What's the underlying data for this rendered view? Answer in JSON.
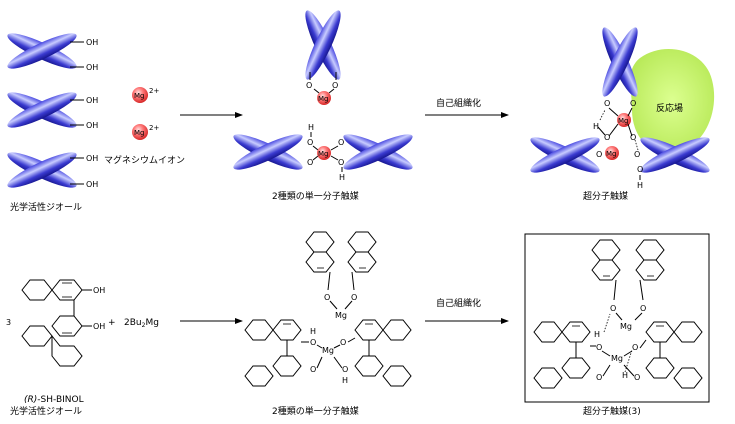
{
  "colors": {
    "ellipse_dark": "#1a1ab0",
    "ellipse_light": "#bfc4ff",
    "mg_red": "#e53030",
    "mg_light": "#ffb0b0",
    "reaction_field": "#c8f070",
    "arrow": "#000000"
  },
  "top": {
    "oh": "OH",
    "mg": "Mg",
    "mg_charge": "2+",
    "mg_label": "マグネシウムイオン",
    "diol_label": "光学活性ジオール",
    "o": "O",
    "h": "H",
    "intermediate_label": "2種類の単一分子触媒",
    "arrow_label": "自己組織化",
    "field_label": "反応場",
    "product_label": "超分子触媒"
  },
  "bottom": {
    "coef3": "3",
    "oh": "OH",
    "plus": "+",
    "reagent": "2Bu",
    "reagent_sub": "2",
    "reagent_tail": "Mg",
    "binol_name": "(R)-SH-BINOL",
    "binol_r": "R",
    "binol_rest": "-SH-BINOL",
    "diol_label": "光学活性ジオール",
    "o": "O",
    "h": "H",
    "mg": "Mg",
    "intermediate_label": "2種類の単一分子触媒",
    "arrow_label": "自己組織化",
    "product_label": "超分子触媒(3)"
  }
}
